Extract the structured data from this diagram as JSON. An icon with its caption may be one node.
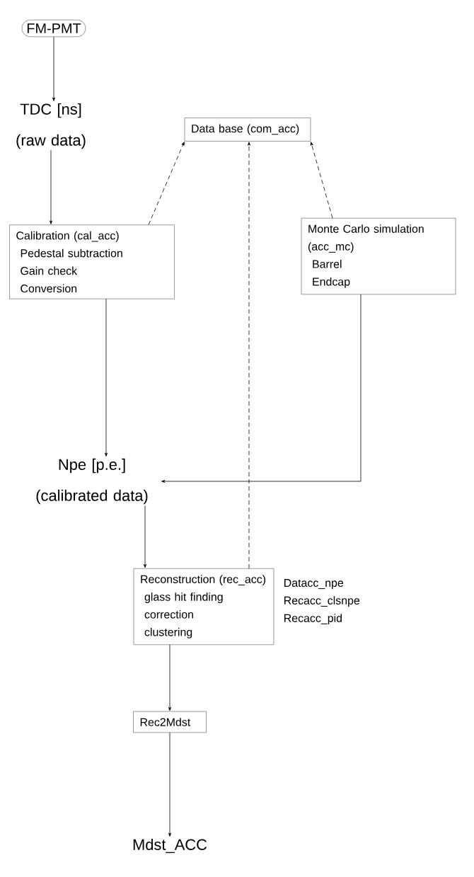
{
  "diagram": {
    "nodes": [
      {
        "text": [
          "FM-PMT"
        ]
      },
      {
        "text": [
          "TDC [ns] (raw data)"
        ]
      },
      {
        "text": [
          "Data base (com_acc)"
        ]
      },
      {
        "text": [
          "Calibration (cal_acc)",
          "Pedestal subtraction",
          "Gain check",
          "Conversion"
        ]
      },
      {
        "text": [
          "Monte Carlo simulation (acc_mc)",
          "Barrel",
          "Endcap"
        ]
      },
      {
        "text": [
          "Npe [p.e.] (calibrated data)"
        ]
      },
      {
        "text": [
          "Reconstruction (rec_acc)",
          "glass hit finding",
          "correction",
          "clustering"
        ],
        "beside": [
          "Datacc_npe",
          "Recacc_clsnpe",
          "Recacc_pid"
        ]
      },
      {
        "text": [
          "Rec2Mdst"
        ]
      },
      {
        "text": [
          "Mdst_ACC"
        ]
      }
    ],
    "edges": [
      {
        "from": 0,
        "to": 1,
        "arrow": "to"
      },
      {
        "from": 1,
        "to": 3,
        "arrow": "to"
      },
      {
        "from": 3,
        "to": 2,
        "arrow": "to",
        "style": "dashed"
      },
      {
        "from": 4,
        "to": 2,
        "arrow": "to",
        "style": "dashed"
      },
      {
        "from": 6,
        "to": 2,
        "arrow": "to",
        "style": "dashed"
      },
      {
        "from": 3,
        "to": 5,
        "arrow": "to"
      },
      {
        "from": 4,
        "to": 5,
        "arrow": "to"
      },
      {
        "from": 5,
        "to": 6,
        "arrow": "to"
      },
      {
        "from": 6,
        "to": 7,
        "arrow": "to"
      },
      {
        "from": 7,
        "to": 8,
        "arrow": "to"
      }
    ]
  }
}
